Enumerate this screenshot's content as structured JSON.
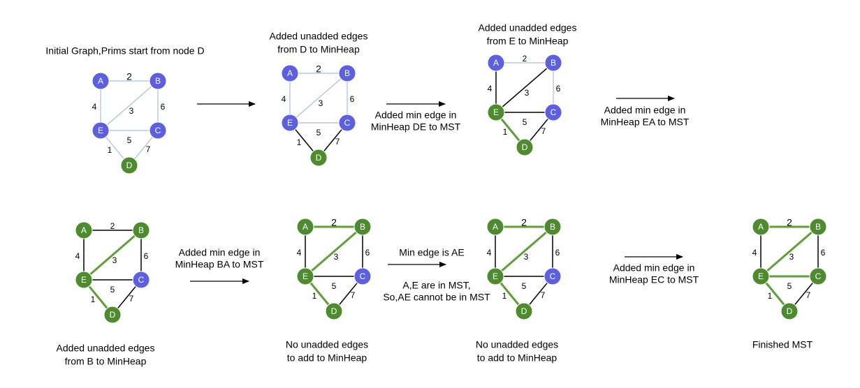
{
  "colors": {
    "unvisited": "#5B5FE0",
    "visited": "#4E8B2E",
    "mst_edge": "#5F9F3A",
    "candidate_edge": "#000000",
    "unadded_edge": "#A9BFD4",
    "node_stroke": "#ffffff",
    "arrow": "#000000"
  },
  "edges": [
    {
      "id": "AB",
      "from": "A",
      "to": "B",
      "weight": "2"
    },
    {
      "id": "AE",
      "from": "A",
      "to": "E",
      "weight": "4"
    },
    {
      "id": "BE",
      "from": "B",
      "to": "E",
      "weight": "3"
    },
    {
      "id": "BC",
      "from": "B",
      "to": "C",
      "weight": "6"
    },
    {
      "id": "EC",
      "from": "E",
      "to": "C",
      "weight": "5"
    },
    {
      "id": "ED",
      "from": "E",
      "to": "D",
      "weight": "1"
    },
    {
      "id": "CD",
      "from": "C",
      "to": "D",
      "weight": "7"
    }
  ],
  "panels": [
    {
      "id": "initial",
      "caption": [
        "Initial Graph,Prims start from node D"
      ],
      "visited": [
        "D"
      ],
      "mst_edges": [],
      "candidate_edges": []
    },
    {
      "id": "step1",
      "caption": [
        "Added unadded edges",
        "from D to MinHeap"
      ],
      "visited": [
        "D"
      ],
      "mst_edges": [],
      "candidate_edges": [
        "ED",
        "CD"
      ]
    },
    {
      "id": "step2",
      "caption": [
        "Added unadded edges",
        "from E to MinHeap"
      ],
      "visited": [
        "E",
        "D"
      ],
      "mst_edges": [
        "ED"
      ],
      "candidate_edges": [
        "AE",
        "BE",
        "EC",
        "CD"
      ]
    },
    {
      "id": "step3",
      "caption": [
        "Added unadded edges",
        "from B to MinHeap"
      ],
      "visited": [
        "A",
        "B",
        "E",
        "D"
      ],
      "mst_edges": [
        "BE",
        "ED"
      ],
      "candidate_edges": [
        "AB",
        "AE",
        "BC",
        "EC",
        "CD"
      ]
    },
    {
      "id": "step4",
      "caption": [
        "No unadded edges",
        "to add to MinHeap"
      ],
      "visited": [
        "A",
        "B",
        "E",
        "D"
      ],
      "mst_edges": [
        "AB",
        "BE",
        "ED"
      ],
      "candidate_edges": [
        "AE",
        "BC",
        "EC",
        "CD"
      ]
    },
    {
      "id": "step5",
      "caption": [
        "No unadded edges",
        "to add to MinHeap"
      ],
      "visited": [
        "A",
        "B",
        "E",
        "D"
      ],
      "mst_edges": [
        "AB",
        "BE",
        "ED"
      ],
      "candidate_edges": [
        "AE",
        "BC",
        "EC",
        "CD"
      ]
    },
    {
      "id": "final",
      "caption": [
        "Finished MST"
      ],
      "visited": [
        "A",
        "B",
        "C",
        "E",
        "D"
      ],
      "mst_edges": [
        "AB",
        "BE",
        "EC",
        "ED"
      ],
      "candidate_edges": [
        "AE",
        "BC",
        "CD"
      ]
    }
  ],
  "transitions": [
    {
      "id": "t1",
      "lines_above": [],
      "lines_below": []
    },
    {
      "id": "t2",
      "lines_above": [],
      "lines_below": [
        "Added min edge in",
        "MinHeap DE to MST"
      ]
    },
    {
      "id": "t3",
      "lines_above": [],
      "lines_below": [
        "Added min edge in",
        "MinHeap EA to MST"
      ]
    },
    {
      "id": "t4",
      "lines_above": [
        "Added min edge in",
        "MinHeap BA to MST"
      ],
      "lines_below": []
    },
    {
      "id": "t5",
      "lines_above": [
        "Min edge is AE"
      ],
      "lines_below": [
        "A,E are in MST,",
        "So,AE cannot be in MST"
      ]
    },
    {
      "id": "t6",
      "lines_above": [],
      "lines_below": [
        "Added min edge in",
        "MinHeap EC to MST"
      ]
    }
  ]
}
